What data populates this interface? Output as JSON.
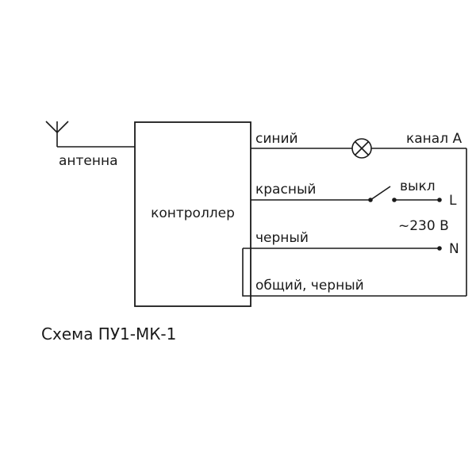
{
  "controller_label": "контроллер",
  "antenna_label": "антенна",
  "wires": {
    "blue": "синий",
    "red": "красный",
    "black": "черный",
    "common": "общий, черный"
  },
  "load": {
    "channel": "канал А"
  },
  "switch_label": "выкл",
  "terminals": {
    "line": "L",
    "neutral": "N"
  },
  "supply_label": "~230 В",
  "caption": "Схема ПУ1-МК-1",
  "colors": {
    "line": "#1a1a1a",
    "background": "#ffffff"
  }
}
